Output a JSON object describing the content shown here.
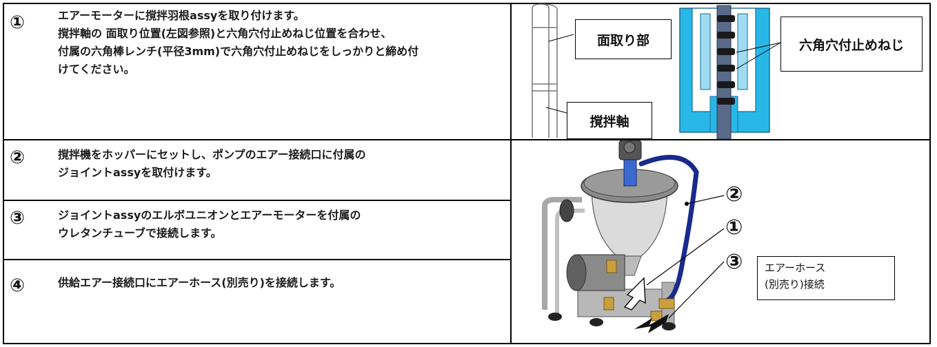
{
  "steps": [
    {
      "number": "①",
      "lines": [
        "エアーモーターに撹拌羽根assyを取り付けます。",
        "撹拌軸の 面取り位置(左図参照)と六角穴付止めねじ位置を合わせ、",
        "付属の六角棒レンチ(平径3mm)で六角穴付止めねじをしっかりと締め付",
        "けてください。"
      ]
    },
    {
      "number": "②",
      "lines": [
        "撹拌機をホッパーにセットし、ポンプのエアー接続口に付属の",
        "ジョイントassyを取付けます。"
      ]
    },
    {
      "number": "③",
      "lines": [
        "ジョイントassyのエルボユニオンとエアーモーターを付属の",
        "ウレタンチューブで接続します。"
      ]
    },
    {
      "number": "④",
      "lines": [
        "供給エアー接続口にエアーホース(別売り)を接続します。"
      ]
    }
  ],
  "figure1": {
    "chamfer_label": "面取り部",
    "shaft_label": "撹拌軸",
    "setscrew_label": "六角穴付止めねじ"
  },
  "figure2": {
    "callout_2": "②",
    "callout_1": "①",
    "callout_3": "③",
    "air_hose_line1": "エアーホース",
    "air_hose_line2": "(別売り)接続"
  },
  "colors": {
    "motor_blue": "#28b8e8",
    "hose_blue": "#1a2a8c",
    "shaft_gray": "#5a6a8a",
    "frame_gray": "#a8a8a8",
    "brass": "#c8a040"
  }
}
